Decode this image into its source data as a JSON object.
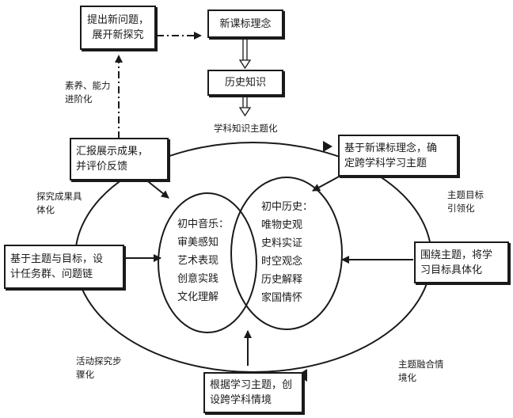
{
  "boxes": {
    "new_problem": "提出新问题，\n展开新探究",
    "curriculum_concept": "新课标理念",
    "history_knowledge": "历史知识",
    "report": "汇报展示成果，\n并评价反馈",
    "cross_subject_theme": "基于新课标理念，确\n定跨学科学习主题",
    "task_design": "基于主题与目标，设\n计任务群、问题链",
    "goal_concrete": "围绕主题，将学\n习目标具体化",
    "situation": "根据学习主题，创\n设跨学科情境"
  },
  "labels": {
    "literacy": "素养、能力\n进阶化",
    "knowledge_theme": "学科知识主题化",
    "outcome_concrete": "探究成果具\n体化",
    "theme_goal": "主题目标\n引领化",
    "activity_steps": "活动探究步\n骤化",
    "theme_situation": "主题融合情\n境化"
  },
  "circles": {
    "music": "初中音乐：\n审美感知\n艺术表现\n创意实践\n文化理解",
    "history": "初中历史：\n唯物史观\n史料实证\n时空观念\n历史解释\n家国情怀"
  }
}
